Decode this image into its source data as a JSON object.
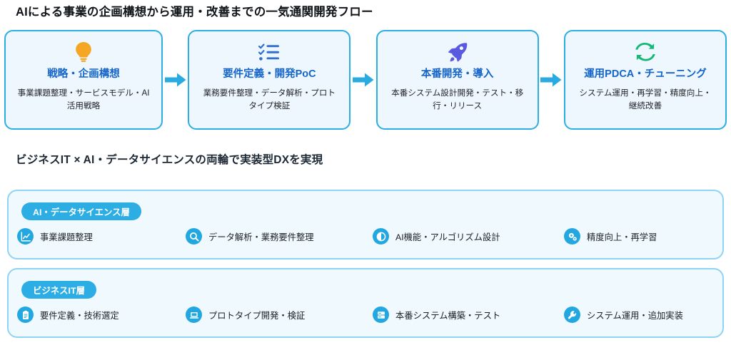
{
  "flow": {
    "title": "AIによる事業の企画構想から運用・改善までの一気通関開発フロー",
    "arrow_color": "#29abe2",
    "card_border_color": "#2cade4",
    "card_bg_color": "#eef7fd",
    "card_title_color": "#1565c9",
    "steps": [
      {
        "icon": "lightbulb-icon",
        "icon_color": "#f5a623",
        "title": "戦略・企画構想",
        "desc": "事業課題整理・サービスモデル・AI活用戦略"
      },
      {
        "icon": "checklist-icon",
        "icon_color": "#2f6fd0",
        "title": "要件定義・開発PoC",
        "desc": "業務要件整理・データ解析・プロトタイプ検証"
      },
      {
        "icon": "rocket-icon",
        "icon_color": "#5a5ae0",
        "title": "本番開発・導入",
        "desc": "本番システム設計開発・テスト・移行・リリース"
      },
      {
        "icon": "refresh-cycle-icon",
        "icon_color": "#16b877",
        "title": "運用PDCA・チューニング",
        "desc": "システム運用・再学習・精度向上・継続改善"
      }
    ],
    "arrow_label": "arrow-right-icon"
  },
  "layers": {
    "title": "ビジネスIT × AI・データサイエンスの両輪で実装型DXを実現",
    "panel_border_color": "#8fd4f2",
    "panel_bg_color": "#f0f9fe",
    "badge_color": "#2cade4",
    "icon_color": "#22a7e0",
    "groups": [
      {
        "badge": "AI・データサイエンス層",
        "items": [
          {
            "icon": "chart-line-icon",
            "label": "事業課題整理"
          },
          {
            "icon": "search-icon",
            "label": "データ解析・業務要件整理"
          },
          {
            "icon": "brain-circuit-icon",
            "label": "AI機能・アルゴリズム設計"
          },
          {
            "icon": "gears-icon",
            "label": "精度向上・再学習"
          }
        ]
      },
      {
        "badge": "ビジネスIT層",
        "items": [
          {
            "icon": "clipboard-icon",
            "label": "要件定義・技術選定"
          },
          {
            "icon": "laptop-icon",
            "label": "プロトタイプ開発・検証"
          },
          {
            "icon": "server-icon",
            "label": "本番システム構築・テスト"
          },
          {
            "icon": "wrench-icon",
            "label": "システム運用・追加実装"
          }
        ]
      }
    ]
  }
}
